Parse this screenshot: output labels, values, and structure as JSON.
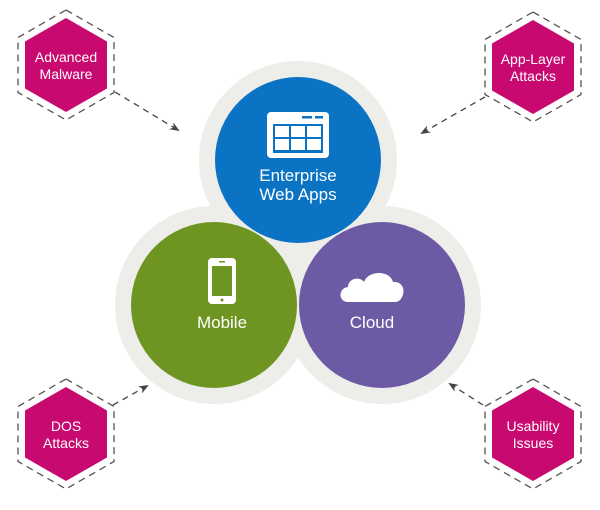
{
  "diagram": {
    "core": [
      {
        "id": "enterprise",
        "lines": [
          "Enterprise",
          "Web Apps"
        ],
        "icon": "web-app-window-icon",
        "color": "#0a73c3"
      },
      {
        "id": "mobile",
        "lines": [
          "Mobile"
        ],
        "icon": "smartphone-icon",
        "color": "#6e9422"
      },
      {
        "id": "cloud",
        "lines": [
          "Cloud"
        ],
        "icon": "cloud-icon",
        "color": "#6d5aa5"
      }
    ],
    "overlap_colors": {
      "enterprise_mobile": "#0f5a2c",
      "enterprise_cloud": "#0d3e96",
      "mobile_cloud": "#3c3c24",
      "halo": "#ededea"
    },
    "threats": [
      {
        "id": "advanced-malware",
        "lines": [
          "Advanced",
          "Malware"
        ],
        "position": "top-left"
      },
      {
        "id": "app-layer-attacks",
        "lines": [
          "App-Layer",
          "Attacks"
        ],
        "position": "top-right"
      },
      {
        "id": "dos-attacks",
        "lines": [
          "DOS",
          "Attacks"
        ],
        "position": "bottom-left"
      },
      {
        "id": "usability-issues",
        "lines": [
          "Usability",
          "Issues"
        ],
        "position": "bottom-right"
      }
    ],
    "threat_color": "#c8096f",
    "arrow_color": "#444444"
  }
}
